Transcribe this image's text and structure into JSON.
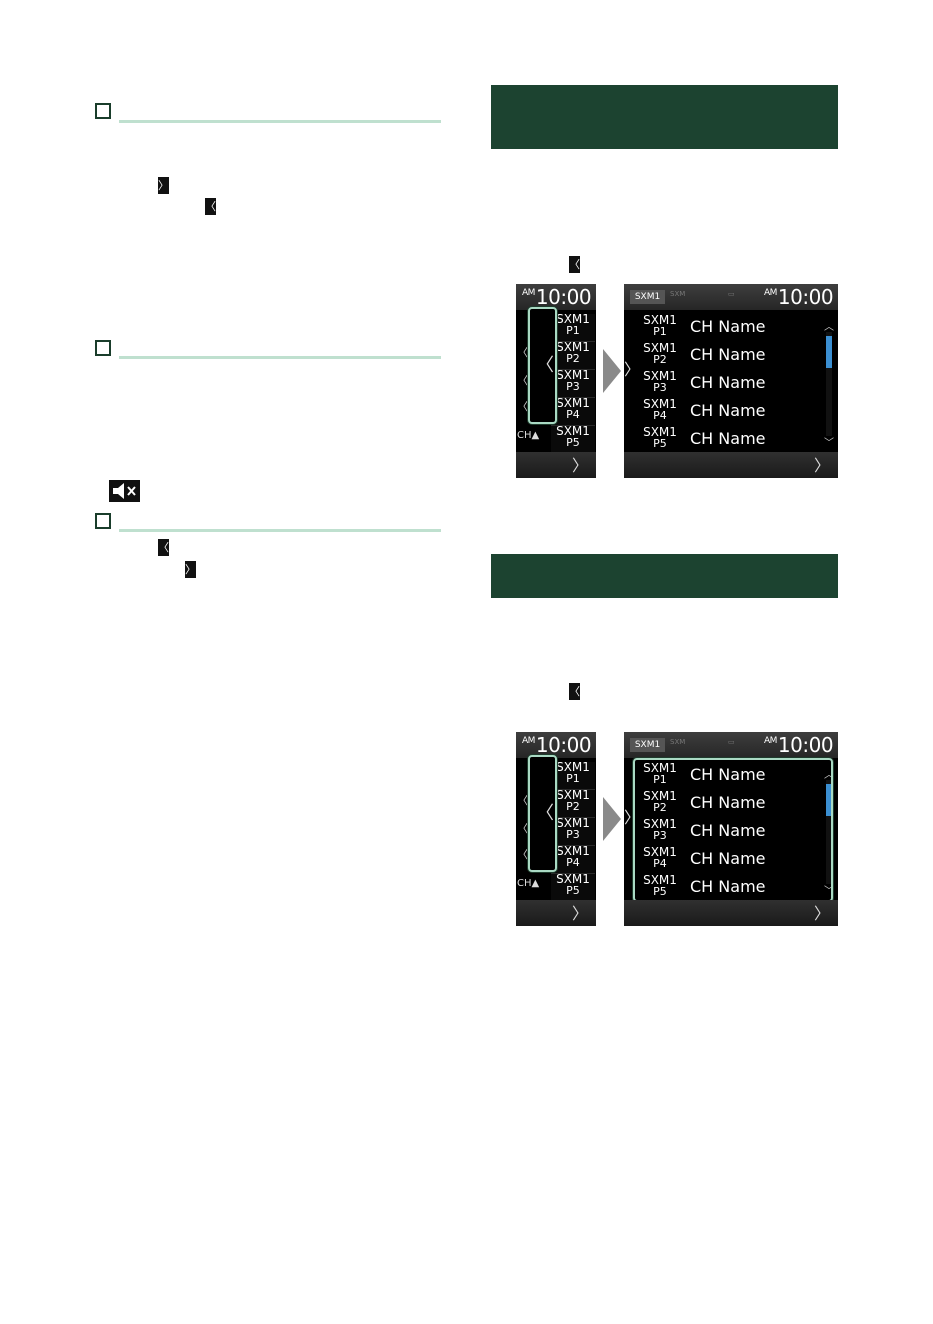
{
  "colors": {
    "header_green": "#1c4330",
    "section_line": "#bfe0cf",
    "highlight": "#a9d9c3",
    "scroll_thumb": "#3b8fd2"
  },
  "icons": {
    "chevron_right": "〉",
    "chevron_left": "〈",
    "mute": "speaker-mute-icon"
  },
  "screens": {
    "clock": "10:00",
    "am": "AM",
    "tag": "SXM1",
    "ch_label": "CH▲",
    "presets": [
      {
        "band": "SXM1",
        "num": "P1"
      },
      {
        "band": "SXM1",
        "num": "P2"
      },
      {
        "band": "SXM1",
        "num": "P3"
      },
      {
        "band": "SXM1",
        "num": "P4"
      },
      {
        "band": "SXM1",
        "num": "P5"
      }
    ],
    "channel_name": "CH Name"
  }
}
